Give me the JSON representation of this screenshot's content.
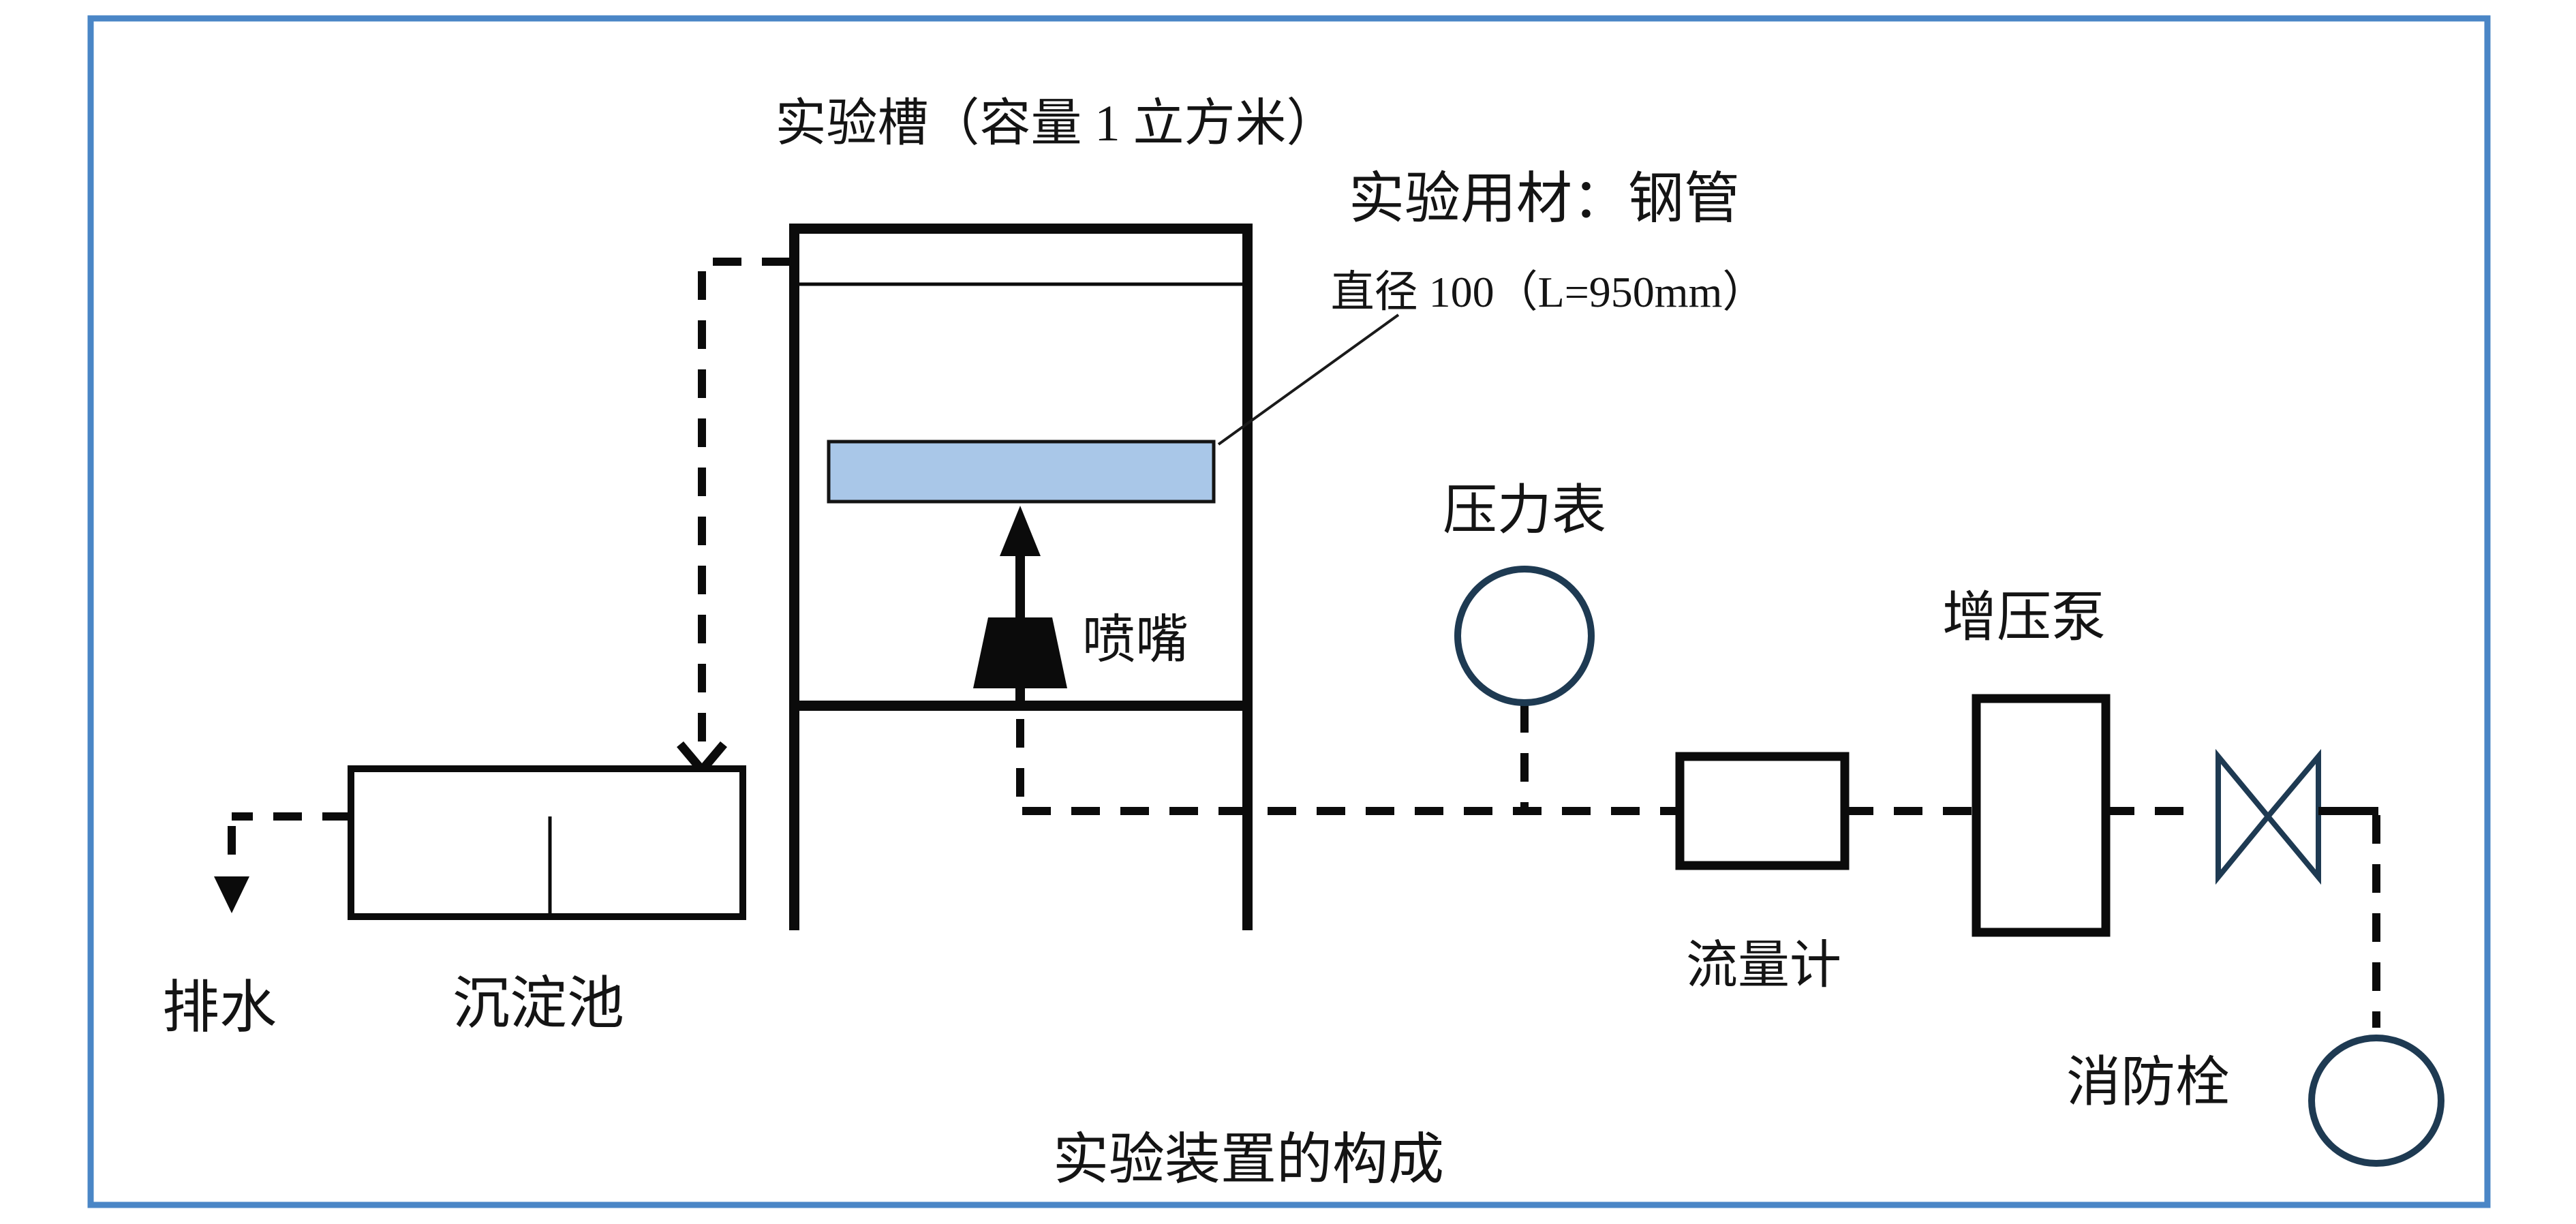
{
  "colors": {
    "frame_border": "#4a86c6",
    "ink": "#0b0b0b",
    "navy_symbol": "#1e3a52",
    "pipe_fill": "#a9c7e8"
  },
  "tank": {
    "title": "实验槽（容量 1 立方米）"
  },
  "pipe_note": {
    "line1": "实验用材：钢管",
    "line2": "直径 100（L=950mm）"
  },
  "nozzle": {
    "label": "喷嘴"
  },
  "pressure_gauge": {
    "label": "压力表"
  },
  "booster_pump": {
    "label": "增压泵"
  },
  "flow_meter": {
    "label": "流量计"
  },
  "fire_hydrant": {
    "label": "消防栓"
  },
  "sedimentation_tank": {
    "label": "沉淀池"
  },
  "drain": {
    "label": "排水"
  },
  "caption": "实验装置的构成"
}
